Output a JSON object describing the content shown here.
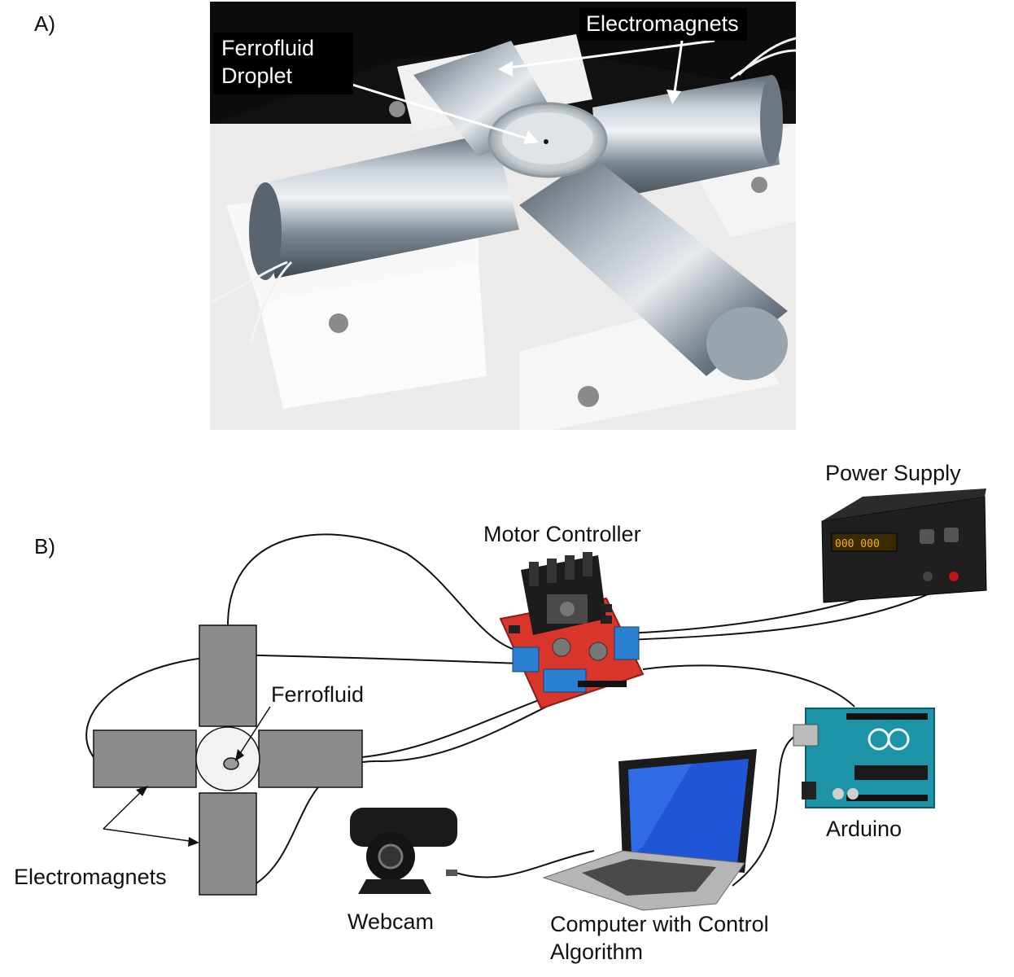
{
  "panel_a": {
    "letter": "A)",
    "callouts": {
      "electromagnets": "Electromagnets",
      "ferrofluid_line1": "Ferrofluid",
      "ferrofluid_line2": "Droplet"
    }
  },
  "panel_b": {
    "letter": "B)",
    "labels": {
      "power_supply": "Power Supply",
      "motor_controller": "Motor Controller",
      "ferrofluid": "Ferrofluid",
      "arduino": "Arduino",
      "electromagnets": "Electromagnets",
      "webcam": "Webcam",
      "computer_line1": "Computer with Control",
      "computer_line2": "Algorithm"
    },
    "power_supply_display": "000 000"
  },
  "colors": {
    "magnet_gray": "#8c8c8c",
    "board_red": "#d9352b",
    "terminal_blue": "#2a7fd1",
    "arduino_teal": "#1d93a8",
    "photo_steel": "#8a96a3"
  }
}
